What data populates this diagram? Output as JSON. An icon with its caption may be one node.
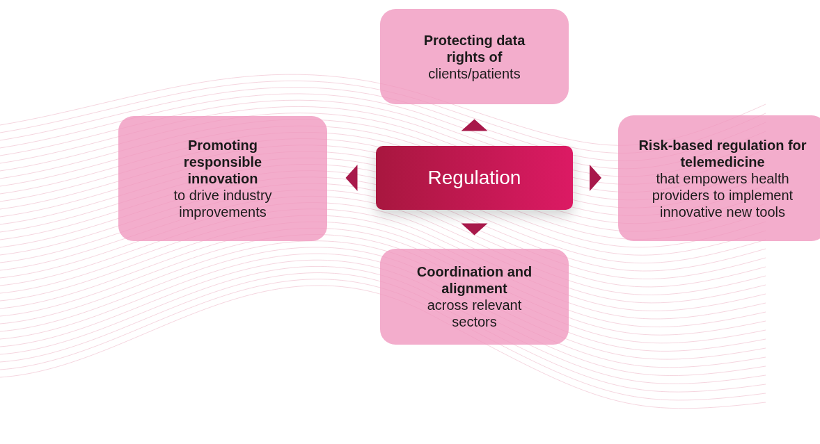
{
  "diagram": {
    "nodes": [
      {
        "text": [
          "Regulation"
        ]
      },
      {
        "text": [
          "Protecting data rights of",
          "clients/patients"
        ]
      },
      {
        "text": [
          "Promoting responsible innovation",
          "to drive industry improvements"
        ]
      },
      {
        "text": [
          "Risk-based regulation for telemedicine",
          "that empowers health providers to implement innovative new tools"
        ]
      },
      {
        "text": [
          "Coordination and alignment",
          "across relevant sectors"
        ]
      }
    ],
    "edges": [
      {
        "from": 0,
        "to": 1,
        "arrow": "to"
      },
      {
        "from": 0,
        "to": 2,
        "arrow": "to"
      },
      {
        "from": 0,
        "to": 3,
        "arrow": "to"
      },
      {
        "from": 0,
        "to": 4,
        "arrow": "to"
      }
    ]
  }
}
